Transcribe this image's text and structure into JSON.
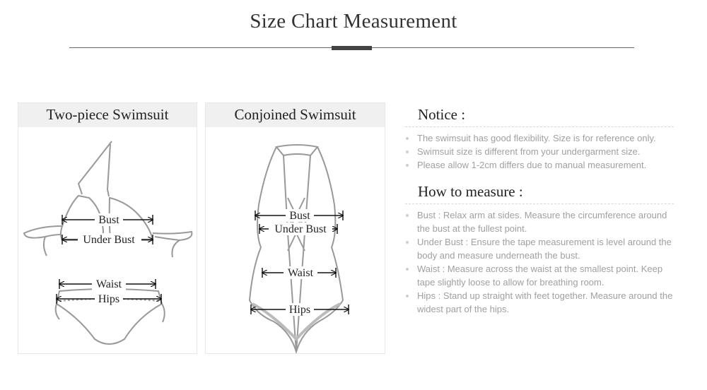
{
  "header": {
    "title": "Size Chart Measurement"
  },
  "panels": {
    "two_piece": {
      "title": "Two-piece Swimsuit",
      "labels": {
        "bust": "Bust",
        "under_bust": "Under Bust",
        "waist": "Waist",
        "hips": "Hips"
      }
    },
    "conjoined": {
      "title": "Conjoined Swimsuit",
      "labels": {
        "bust": "Bust",
        "under_bust": "Under Bust",
        "waist": "Waist",
        "hips": "Hips"
      }
    }
  },
  "notice": {
    "title": "Notice :",
    "items": [
      "The swimsuit has good flexibility. Size is for reference only.",
      "Swimsuit size is different from your undergarment size.",
      "Please allow 1-2cm differs due to manual measurement."
    ]
  },
  "how_to": {
    "title": "How to measure :",
    "items": [
      "Bust : Relax arm at sides. Measure the circumference around the bust at the fullest point.",
      "Under Bust : Ensure the tape measurement is level around the body and measure underneath the bust.",
      "Waist : Measure across the waist at the smallest point. Keep tape slightly loose to allow for breathing room.",
      "Hips : Stand up straight with feet together. Measure around the widest part of the hips."
    ]
  }
}
